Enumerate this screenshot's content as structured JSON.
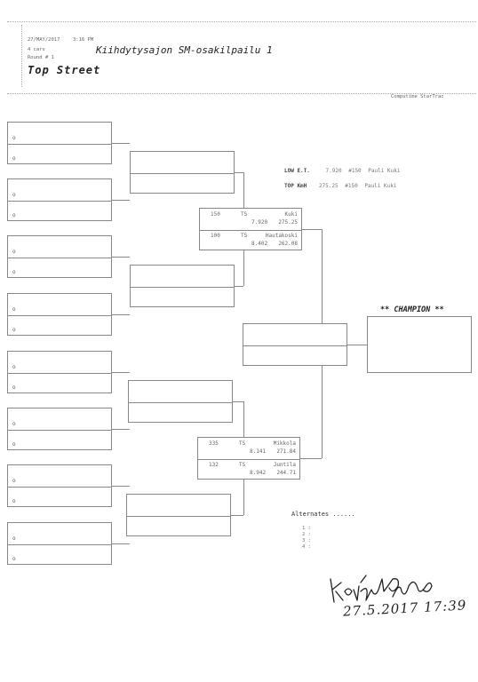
{
  "header": {
    "date": "27/MAY/2017",
    "time": "3:16 PM",
    "cars": "4 cars",
    "round": "Round # 1",
    "event_title": "Kiihdytysajon SM-osakilpailu 1",
    "class_name": "Top Street",
    "software": "Computime  StarTrac"
  },
  "stats": {
    "low_et": {
      "label": "LOW E.T.",
      "value": "7.920",
      "car": "#150",
      "driver": "Pauli Kuki"
    },
    "top_kmh": {
      "label": "TOP KmH",
      "value": "275.25",
      "car": "#150",
      "driver": "Pauli Kuki"
    }
  },
  "round1_slots": [
    "o",
    "o",
    "o",
    "o",
    "o",
    "o",
    "o",
    "o",
    "o",
    "o",
    "o",
    "o",
    "o",
    "o",
    "o",
    "o"
  ],
  "results": [
    {
      "rows": [
        {
          "car": "150",
          "cls": "TS",
          "et": "7.920",
          "name": "Kuki",
          "speed": "275.25"
        },
        {
          "car": "100",
          "cls": "TS",
          "et": "8.402",
          "name": "Hautakoski",
          "speed": "262.08"
        }
      ]
    },
    {
      "rows": [
        {
          "car": "335",
          "cls": "TS",
          "et": "8.141",
          "name": "Mikkola",
          "speed": "271.84"
        },
        {
          "car": "132",
          "cls": "TS",
          "et": "8.942",
          "name": "Juntila",
          "speed": "244.71"
        }
      ]
    }
  ],
  "champion_label": "** CHAMPION **",
  "alternates": {
    "label": "Alternates ......",
    "items": [
      "1 :",
      "2 :",
      "3 :",
      "4 :"
    ]
  },
  "signature": {
    "date_line": "27.5.2017  17:39"
  }
}
